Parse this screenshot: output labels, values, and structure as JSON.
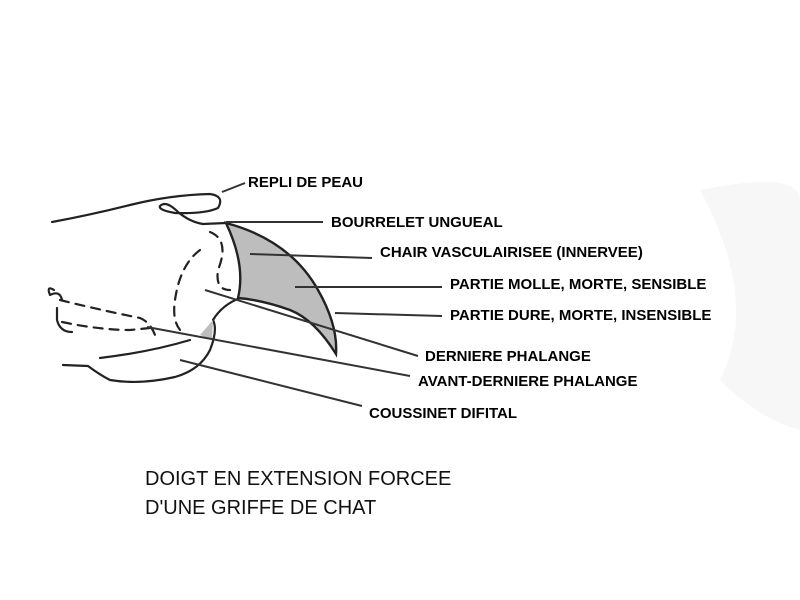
{
  "labels": {
    "repli_de_peau": "REPLI DE PEAU",
    "bourrelet_ungueal": "BOURRELET UNGUEAL",
    "chair_vascularisee": "CHAIR VASCULAIRISEE (INNERVEE)",
    "partie_molle": "PARTIE MOLLE, MORTE, SENSIBLE",
    "partie_dure": "PARTIE DURE, MORTE, INSENSIBLE",
    "derniere_phalange": "DERNIERE PHALANGE",
    "avant_derniere_phalange": "AVANT-DERNIERE PHALANGE",
    "coussinet_digital": "COUSSINET DIFITAL"
  },
  "caption": {
    "line1": "DOIGT EN EXTENSION FORCEE",
    "line2": "D'UNE GRIFFE DE CHAT"
  },
  "colors": {
    "claw_fill": "#bdbdbd",
    "ink": "#222222"
  }
}
